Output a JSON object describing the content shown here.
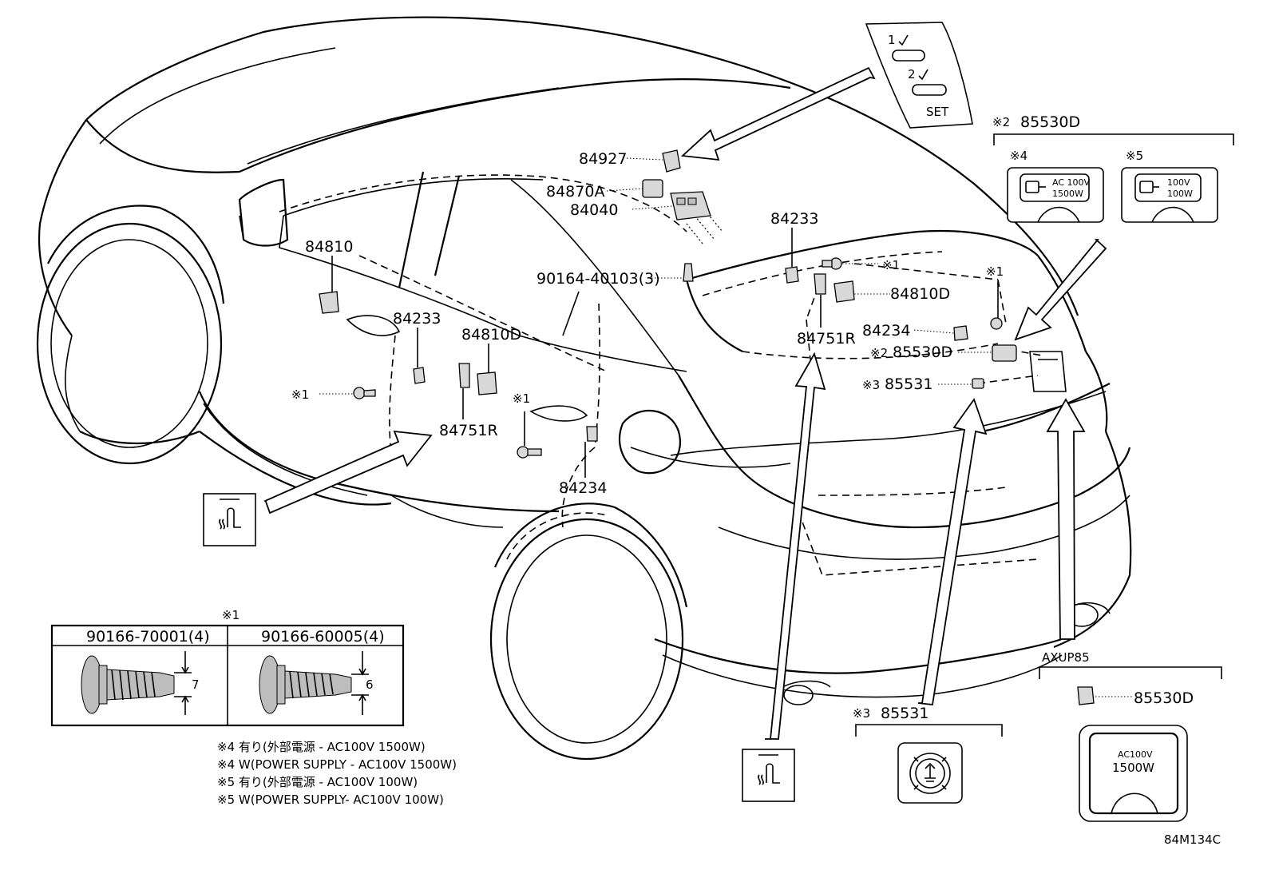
{
  "parts": {
    "p84927": "84927",
    "p84870A": "84870A",
    "p84040": "84040",
    "p84810": "84810",
    "p84233_left": "84233",
    "p84810D_left": "84810D",
    "p84751R_left": "84751R",
    "p84234_left": "84234",
    "p90164": "90164-40103(3)",
    "p84233_right": "84233",
    "p84810D_right": "84810D",
    "p84751R_right": "84751R",
    "p84234_right": "84234",
    "p85530D_right": "85530D",
    "p85531_right": "85531"
  },
  "marks": {
    "m1_a": "※1",
    "m1_b": "※1",
    "m1_c": "※1",
    "m1_d": "※1",
    "m2_right": "※2",
    "m3_right": "※3"
  },
  "memory_switch": {
    "btn1": "1",
    "btn2": "2",
    "set": "SET"
  },
  "outlet_group": {
    "mark": "※2",
    "part": "85530D",
    "opt4_mark": "※4",
    "opt4_text_top": "AC 100V",
    "opt4_text_bottom": "1500W",
    "opt5_mark": "※5",
    "opt5_text_top": "100V",
    "opt5_text_bottom": "100W"
  },
  "bolt_table": {
    "mark": "※1",
    "col1": "90166-70001(4)",
    "col2": "90166-60005(4)",
    "dim1": "7",
    "dim2": "6"
  },
  "notes": [
    "※4 有り(外部電源 - AC100V 1500W)",
    "※4 W(POWER SUPPLY - AC100V 1500W)",
    "※5 有り(外部電源 - AC100V 100W)",
    "※5  W(POWER SUPPLY- AC100V 100W)"
  ],
  "switch_detail": {
    "mark": "※3",
    "part": "85531"
  },
  "axup_detail": {
    "model": "AXUP85",
    "part": "85530D",
    "text_top": "AC100V",
    "text_bottom": "1500W"
  },
  "diagram_id": "84M134C",
  "icons": [
    "seat-heater-icon",
    "seat-heater-icon",
    "power-plug-icon",
    "seat-heat-switch-icon",
    "outlet-plug-icon"
  ]
}
